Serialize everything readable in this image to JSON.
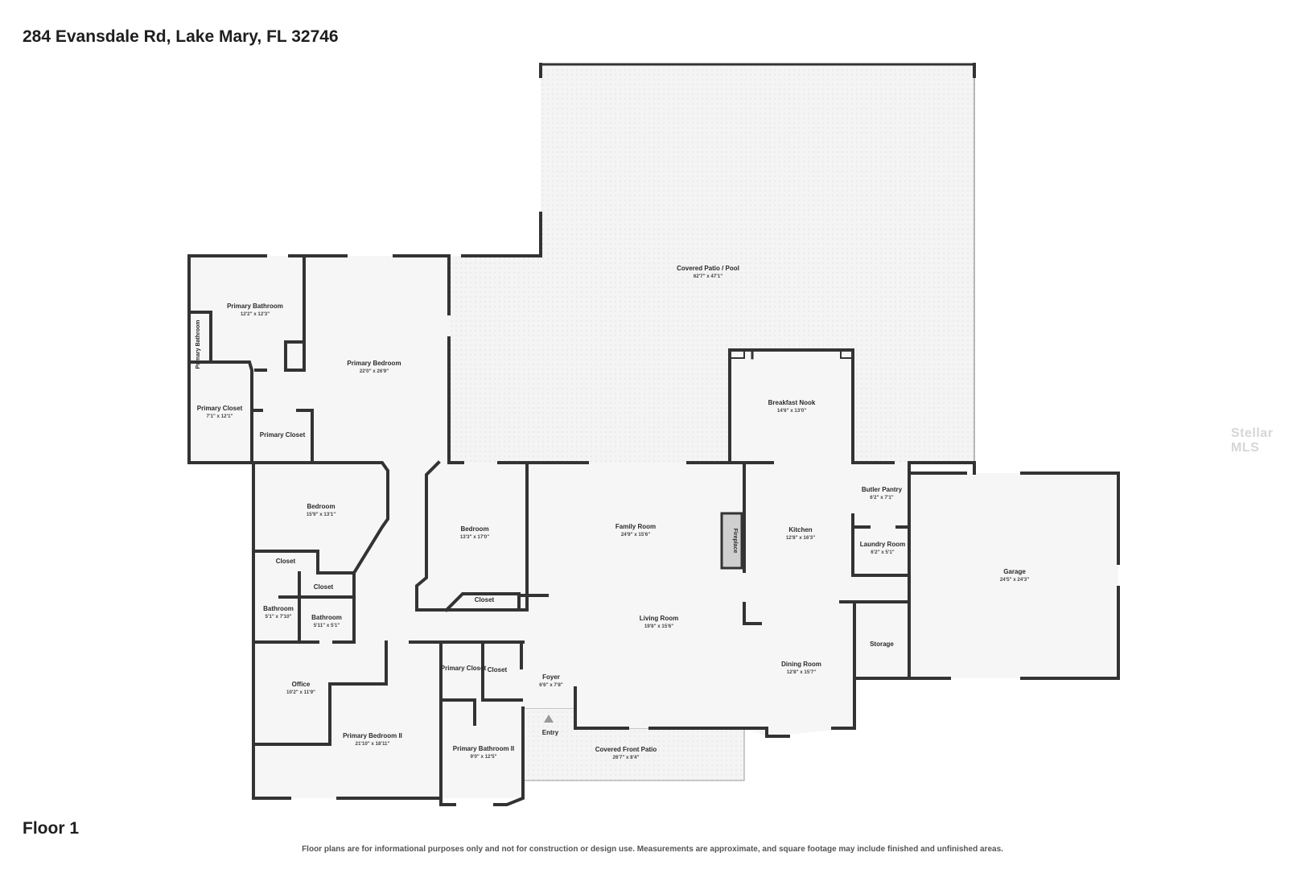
{
  "address": "284 Evansdale Rd, Lake Mary, FL 32746",
  "floor_label": "Floor 1",
  "disclaimer": "Floor plans are for informational purposes only and not for construction or design use. Measurements are approximate, and square footage may include finished and unfinished areas.",
  "watermark": "Stellar MLS",
  "rooms": {
    "covered_patio_pool": {
      "name": "Covered Patio / Pool",
      "dims": "62'7\" x 47'1\""
    },
    "primary_bathroom": {
      "name": "Primary Bathroom",
      "dims": "12'2\" x 12'3\""
    },
    "primary_bathroom_small": {
      "name": "Primary Bathroom",
      "dims": ""
    },
    "primary_bedroom": {
      "name": "Primary Bedroom",
      "dims": "22'0\" x 26'9\""
    },
    "primary_closet_a": {
      "name": "Primary Closet",
      "dims": "7'1\" x 12'1\""
    },
    "primary_closet_b": {
      "name": "Primary Closet",
      "dims": ""
    },
    "breakfast_nook": {
      "name": "Breakfast Nook",
      "dims": "14'6\" x 13'0\""
    },
    "butler_pantry": {
      "name": "Butler Pantry",
      "dims": "6'2\" x 7'1\""
    },
    "bedroom_1": {
      "name": "Bedroom",
      "dims": "15'9\" x 13'1\""
    },
    "bedroom_2": {
      "name": "Bedroom",
      "dims": "13'3\" x 17'0\""
    },
    "family_room": {
      "name": "Family Room",
      "dims": "24'9\" x 15'6\""
    },
    "fireplace": {
      "name": "Fireplace",
      "dims": ""
    },
    "kitchen": {
      "name": "Kitchen",
      "dims": "12'8\" x 16'3\""
    },
    "laundry_room": {
      "name": "Laundry Room",
      "dims": "6'2\" x 5'1\""
    },
    "garage": {
      "name": "Garage",
      "dims": "24'5\" x 24'3\""
    },
    "closet_1": {
      "name": "Closet",
      "dims": ""
    },
    "closet_2": {
      "name": "Closet",
      "dims": ""
    },
    "closet_3": {
      "name": "Closet",
      "dims": ""
    },
    "bathroom_1": {
      "name": "Bathroom",
      "dims": "5'1\" x 7'10\""
    },
    "bathroom_2": {
      "name": "Bathroom",
      "dims": "5'11\" x 5'1\""
    },
    "living_room": {
      "name": "Living Room",
      "dims": "19'8\" x 15'6\""
    },
    "storage": {
      "name": "Storage",
      "dims": ""
    },
    "primary_closet_c": {
      "name": "Primary Closet",
      "dims": ""
    },
    "closet_4": {
      "name": "Closet",
      "dims": ""
    },
    "foyer": {
      "name": "Foyer",
      "dims": "6'6\" x 7'8\""
    },
    "office": {
      "name": "Office",
      "dims": "10'2\" x 11'9\""
    },
    "dining_room": {
      "name": "Dining Room",
      "dims": "12'8\" x 15'7\""
    },
    "entry": {
      "name": "Entry",
      "dims": ""
    },
    "primary_bedroom_ii": {
      "name": "Primary Bedroom II",
      "dims": "21'10\" x 18'11\""
    },
    "primary_bathroom_ii": {
      "name": "Primary Bathroom II",
      "dims": "9'0\" x 12'5\""
    },
    "covered_front_patio": {
      "name": "Covered Front Patio",
      "dims": "26'7\" x 8'4\""
    }
  }
}
